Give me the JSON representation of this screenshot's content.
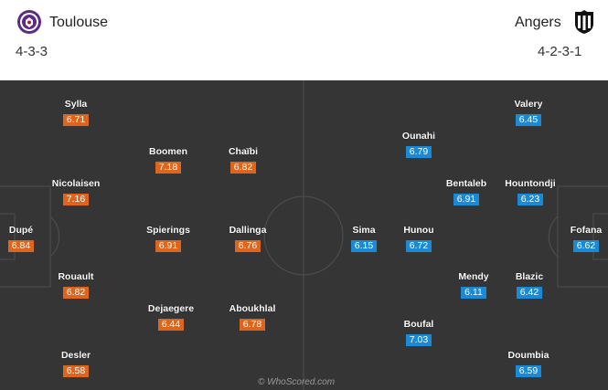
{
  "home": {
    "name": "Toulouse",
    "formation": "4-3-3",
    "accent": "#e0651c",
    "players": [
      {
        "name": "Sylla",
        "rating": "6.71"
      },
      {
        "name": "Boomen",
        "rating": "7.18"
      },
      {
        "name": "Chaïbi",
        "rating": "6.82"
      },
      {
        "name": "Nicolaisen",
        "rating": "7.16"
      },
      {
        "name": "Dupé",
        "rating": "6.84"
      },
      {
        "name": "Spierings",
        "rating": "6.91"
      },
      {
        "name": "Dallinga",
        "rating": "6.76"
      },
      {
        "name": "Rouault",
        "rating": "6.82"
      },
      {
        "name": "Dejaegere",
        "rating": "6.44"
      },
      {
        "name": "Aboukhlal",
        "rating": "6.78"
      },
      {
        "name": "Desler",
        "rating": "6.58"
      }
    ]
  },
  "away": {
    "name": "Angers",
    "formation": "4-2-3-1",
    "accent": "#1a8ad6",
    "players": [
      {
        "name": "Valery",
        "rating": "6.45"
      },
      {
        "name": "Ounahi",
        "rating": "6.79"
      },
      {
        "name": "Bentaleb",
        "rating": "6.91"
      },
      {
        "name": "Hountondji",
        "rating": "6.23"
      },
      {
        "name": "Sima",
        "rating": "6.15"
      },
      {
        "name": "Hunou",
        "rating": "6.72"
      },
      {
        "name": "Fofana",
        "rating": "6.62"
      },
      {
        "name": "Mendy",
        "rating": "6.11"
      },
      {
        "name": "Blazic",
        "rating": "6.42"
      },
      {
        "name": "Boufal",
        "rating": "7.03"
      },
      {
        "name": "Doumbia",
        "rating": "6.59"
      }
    ]
  },
  "watermark": "© WhoScored.com"
}
